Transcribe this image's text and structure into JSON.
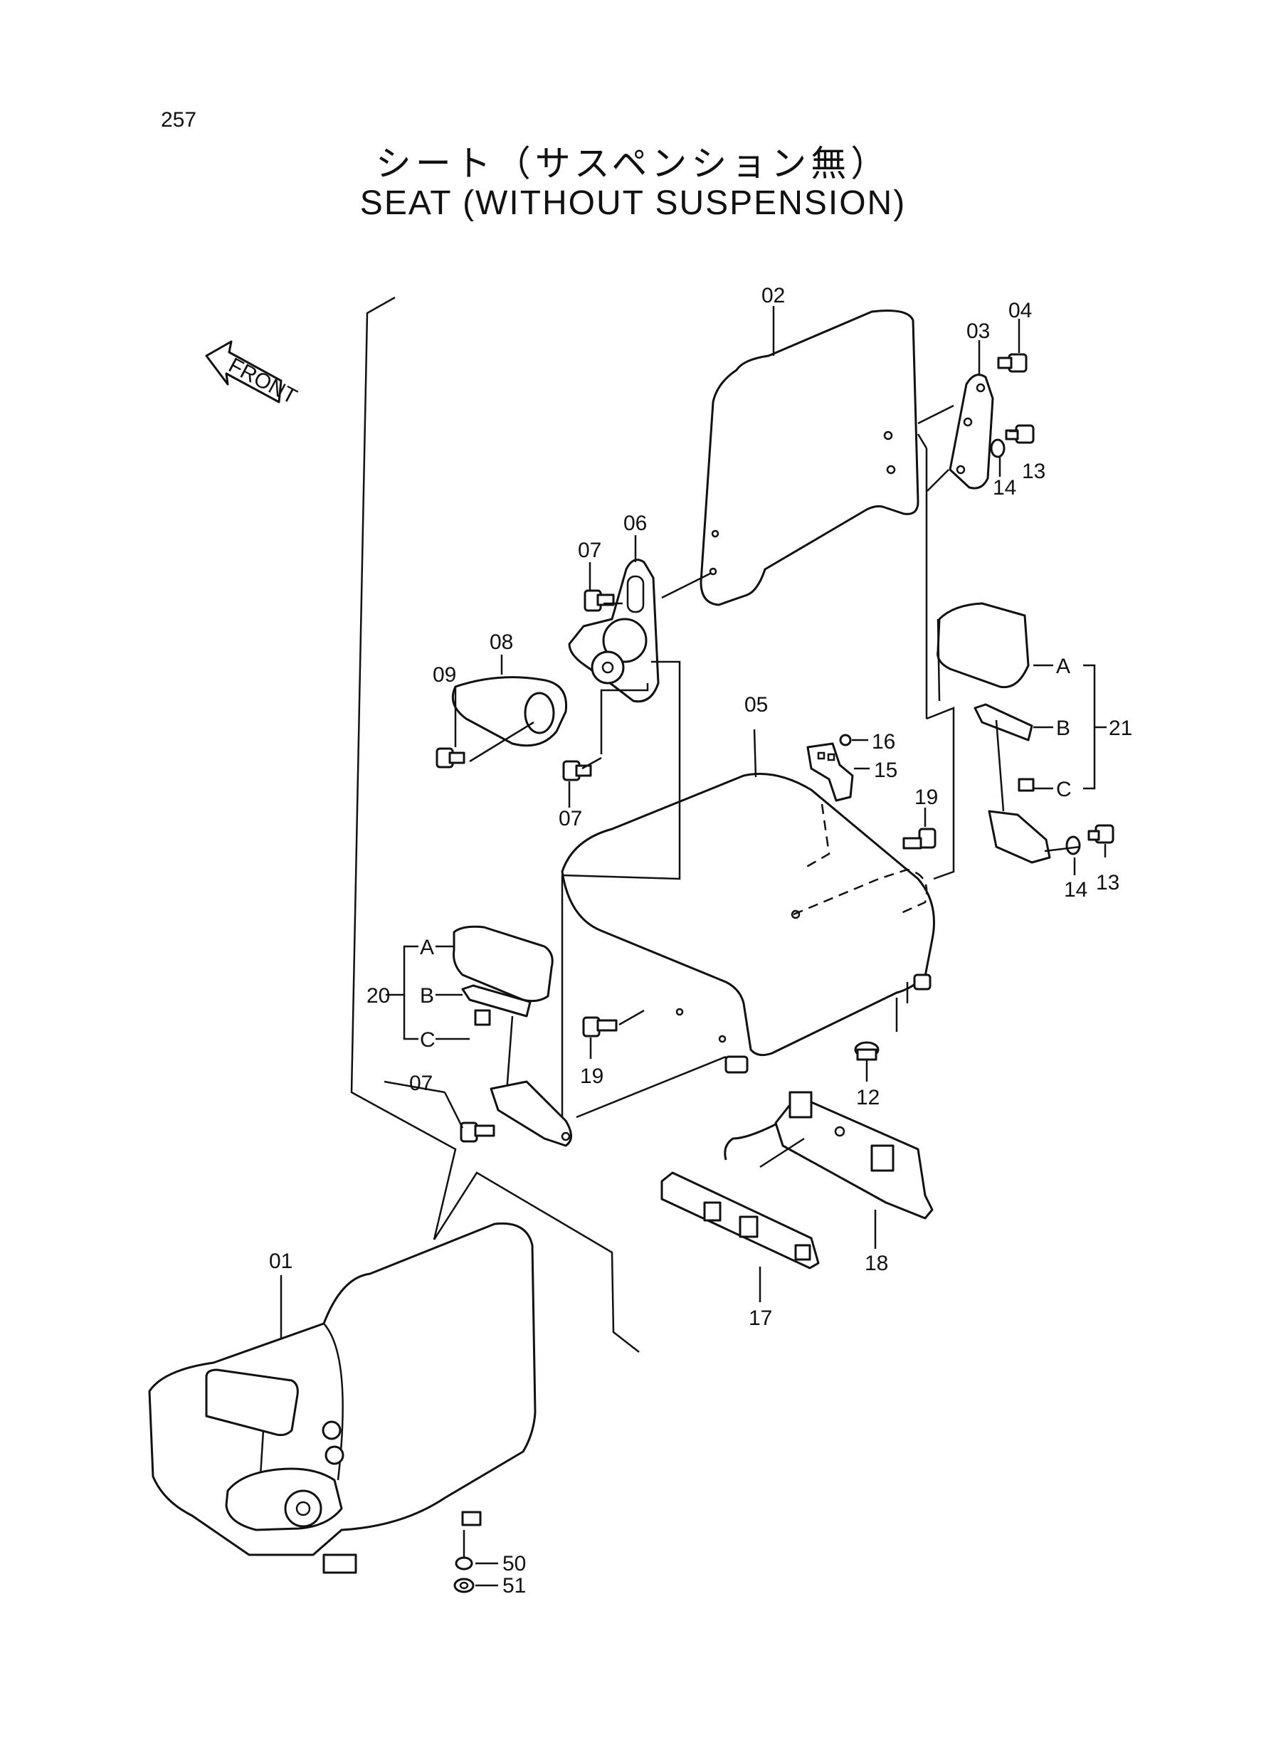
{
  "page_number": "257",
  "title_jp": "シート（サスペンション無）",
  "title_en": "SEAT (WITHOUT SUSPENSION)",
  "front_label": "FRONT",
  "callouts": {
    "p01": "01",
    "p02": "02",
    "p03": "03",
    "p04": "04",
    "p05": "05",
    "p06": "06",
    "p07a": "07",
    "p07b": "07",
    "p07c": "07",
    "p08": "08",
    "p09": "09",
    "p12": "12",
    "p13a": "13",
    "p13b": "13",
    "p14a": "14",
    "p14b": "14",
    "p15": "15",
    "p16": "16",
    "p17": "17",
    "p18": "18",
    "p19a": "19",
    "p19b": "19",
    "p20": "20",
    "p21": "21",
    "p50": "50",
    "p51": "51",
    "r21a": "A",
    "r21b": "B",
    "r21c": "C",
    "r20a": "A",
    "r20b": "B",
    "r20c": "C"
  }
}
